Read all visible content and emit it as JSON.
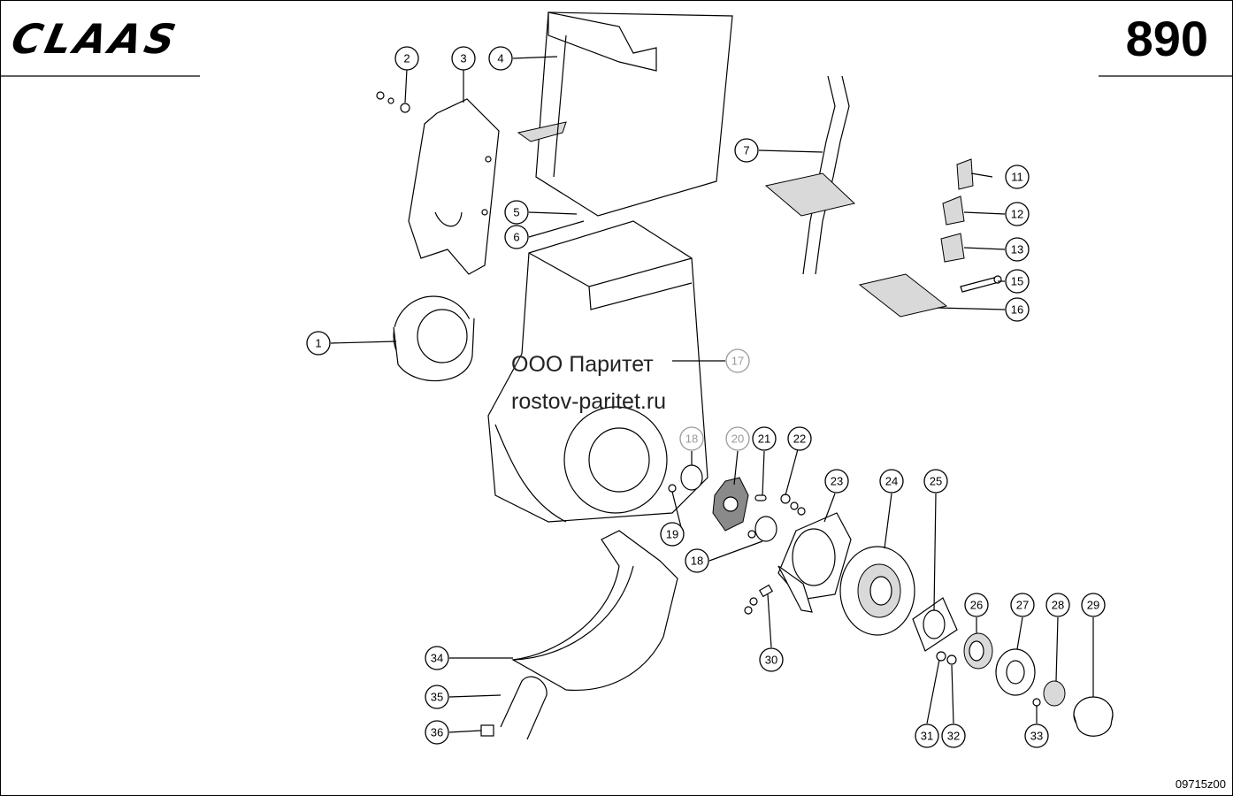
{
  "header": {
    "brand": "CLAAS",
    "page_number": "890"
  },
  "watermark": {
    "line1": "ООО Паритет",
    "line2": "rostov-paritet.ru"
  },
  "footer": {
    "drawing_code": "09715z00"
  },
  "callouts": [
    {
      "id": "c1",
      "label": "1"
    },
    {
      "id": "c2",
      "label": "2"
    },
    {
      "id": "c3",
      "label": "3"
    },
    {
      "id": "c4",
      "label": "4"
    },
    {
      "id": "c5",
      "label": "5"
    },
    {
      "id": "c6",
      "label": "6"
    },
    {
      "id": "c7",
      "label": "7"
    },
    {
      "id": "c11",
      "label": "11"
    },
    {
      "id": "c12",
      "label": "12"
    },
    {
      "id": "c13",
      "label": "13"
    },
    {
      "id": "c15",
      "label": "15"
    },
    {
      "id": "c16",
      "label": "16"
    },
    {
      "id": "c17",
      "label": "17"
    },
    {
      "id": "c18a",
      "label": "18"
    },
    {
      "id": "c18b",
      "label": "18"
    },
    {
      "id": "c19",
      "label": "19"
    },
    {
      "id": "c20",
      "label": "20"
    },
    {
      "id": "c21",
      "label": "21"
    },
    {
      "id": "c22",
      "label": "22"
    },
    {
      "id": "c23",
      "label": "23"
    },
    {
      "id": "c24",
      "label": "24"
    },
    {
      "id": "c25",
      "label": "25"
    },
    {
      "id": "c26",
      "label": "26"
    },
    {
      "id": "c27",
      "label": "27"
    },
    {
      "id": "c28",
      "label": "28"
    },
    {
      "id": "c29",
      "label": "29"
    },
    {
      "id": "c30",
      "label": "30"
    },
    {
      "id": "c31",
      "label": "31"
    },
    {
      "id": "c32",
      "label": "32"
    },
    {
      "id": "c33",
      "label": "33"
    },
    {
      "id": "c34",
      "label": "34"
    },
    {
      "id": "c35",
      "label": "35"
    },
    {
      "id": "c36",
      "label": "36"
    }
  ]
}
